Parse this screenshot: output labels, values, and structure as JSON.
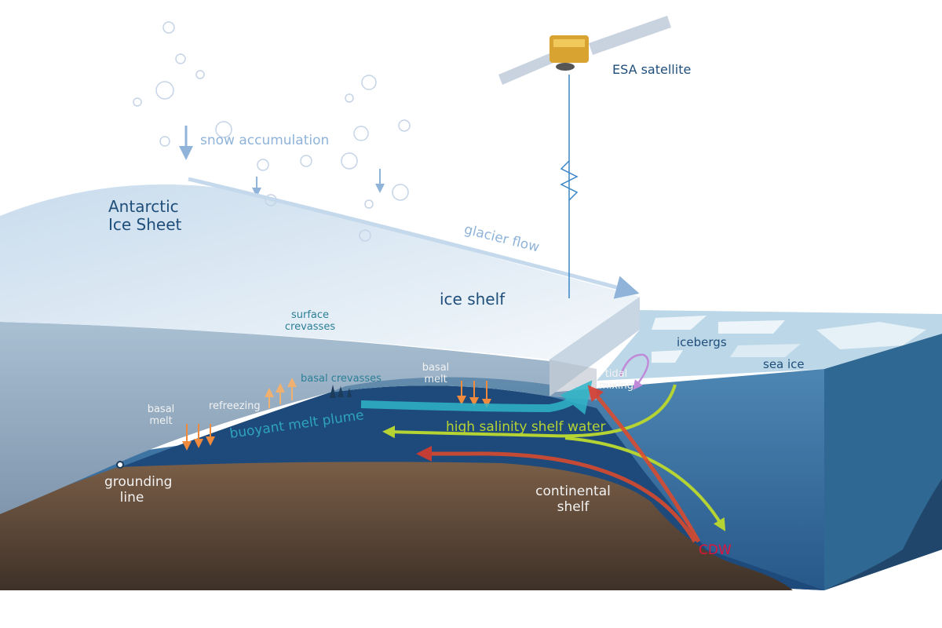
{
  "labels": {
    "satellite": "ESA satellite",
    "snow_accumulation": "snow accumulation",
    "antarctic_ice_sheet": "Antarctic Ice Sheet",
    "glacier_flow": "glacier flow",
    "ice_shelf": "ice shelf",
    "surface_crevasses": "surface crevasses",
    "icebergs": "icebergs",
    "sea_ice": "sea ice",
    "basal_crevasses": "basal crevasses",
    "basal_melt_right": "basal melt",
    "basal_melt_left": "basal melt",
    "refreezing": "refreezing",
    "tidal_mixing": "tidal mixing",
    "buoyant_melt_plume": "buoyant melt plume",
    "high_salinity_shelf_water": "high salinity shelf water",
    "grounding_line": "grounding line",
    "continental_shelf": "continental shelf",
    "cdw": "CDW"
  },
  "colors": {
    "ocean_dark": "#1d4a7a",
    "ocean": "#3f78a6",
    "bedrock": "#6b5240",
    "ice_face": "#8ea4bc",
    "plume": "#2fb6c8",
    "hssw": "#b6d334",
    "cdw": "#e23b2a",
    "melt_arrow": "#f08a3c"
  }
}
